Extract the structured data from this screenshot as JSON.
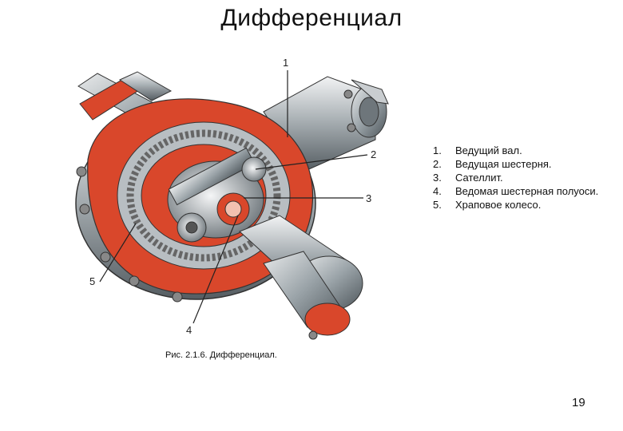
{
  "title": "Дифференциал",
  "callouts": [
    "1",
    "2",
    "3",
    "4",
    "5"
  ],
  "legend": [
    {
      "num": "1.",
      "text": "Ведущий вал."
    },
    {
      "num": "2.",
      "text": "Ведущая шестерня."
    },
    {
      "num": "3.",
      "text": "Сателлит."
    },
    {
      "num": "4.",
      "text": "Ведомая шестерная полуоси."
    },
    {
      "num": "5.",
      "text": "Храповое колесо."
    }
  ],
  "caption": "Рис. 2.1.6. Дифференциал.",
  "page_number": "19",
  "colors": {
    "casing_red": "#d9472b",
    "metal_gray": "#9aa3a8",
    "metal_dark": "#5d666c",
    "gear_light": "#c9cdd0"
  }
}
